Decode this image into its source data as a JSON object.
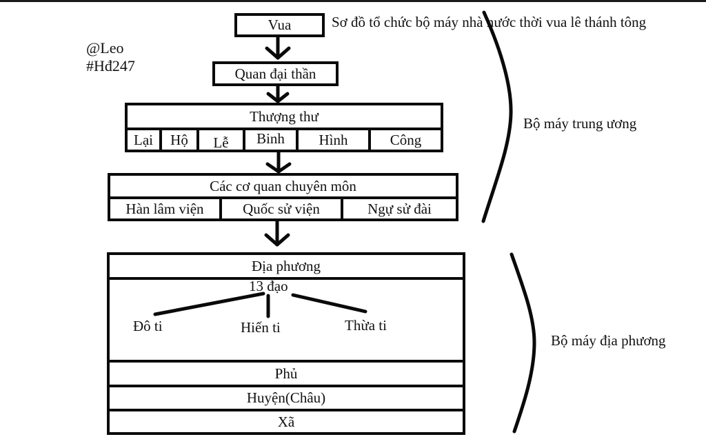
{
  "title": "Sơ đồ tổ chức bộ máy nhà nước thời vua lê thánh tông",
  "watermark": {
    "author": "@Leo",
    "tag": "#Hđ247"
  },
  "central": {
    "label": "Bộ máy trung ương",
    "king": "Vua",
    "great_officials": "Quan đại thần",
    "ministers": {
      "title": "Thượng thư",
      "departments": [
        "Lại",
        "Hộ",
        "Lễ",
        "Binh",
        "Hình",
        "Công"
      ]
    },
    "specialized_agencies": {
      "title": "Các cơ quan chuyên môn",
      "items": [
        "Hàn lâm viện",
        "Quốc sử viện",
        "Ngự sử đài"
      ]
    }
  },
  "local": {
    "label": "Bộ máy địa phương",
    "title": "Địa phương",
    "circuits": {
      "title": "13 đạo",
      "offices": [
        "Đô ti",
        "Hiến ti",
        "Thừa ti"
      ]
    },
    "levels": [
      "Phủ",
      "Huyện(Châu)",
      "Xã"
    ]
  },
  "colors": {
    "line": "#0a0a0a",
    "background": "#ffffff",
    "text": "#111111"
  }
}
